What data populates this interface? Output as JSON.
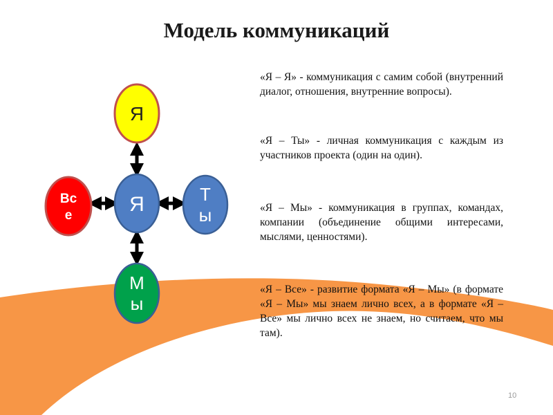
{
  "slide": {
    "title": "Модель коммуникаций",
    "page_number": "10",
    "colors": {
      "blue": "#4f7ec4",
      "yellow": "#ffff00",
      "red": "#ff0000",
      "green": "#00a14b",
      "ring": "#c0504d",
      "orange": "#f79646",
      "arrow": "#000000"
    }
  },
  "diagram": {
    "center": "Я",
    "top": "Я",
    "left": [
      "Вс",
      "е"
    ],
    "right": [
      "Т",
      "ы"
    ],
    "bottom": [
      "М",
      "ы"
    ]
  },
  "paragraphs": [
    "«Я – Я» - коммуникация с самим собой (внутренний диалог, отношения, внутренние вопросы).",
    "«Я – Ты» - личная коммуникация с каждым из участников проекта (один на один).",
    "«Я – Мы» - коммуникация в группах, командах, компании (объединение общими интересами, мыслями, ценностями).",
    "«Я – Все» - развитие формата «Я – Мы» (в формате «Я – Мы» мы знаем лично всех, а в формате «Я – Все» мы лично всех не знаем, но считаем, что мы там)."
  ]
}
